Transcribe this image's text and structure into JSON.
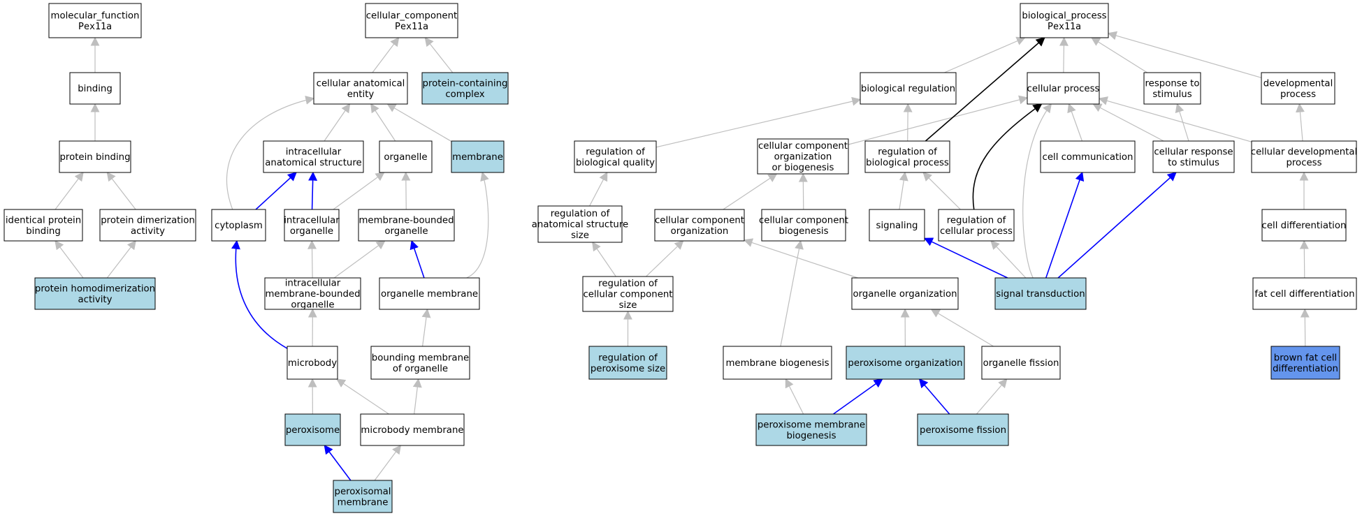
{
  "colors": {
    "plain": "#ffffff",
    "annotated": "#add8e6",
    "query": "#6495ed",
    "edge_gray": "#bebebe",
    "edge_blue": "#0000ff",
    "edge_black": "#000000"
  },
  "nodes": [
    {
      "id": "mf",
      "lines": [
        "molecular_function",
        "Pex11a"
      ],
      "mono": [
        1
      ],
      "fill": "plain"
    },
    {
      "id": "binding",
      "lines": [
        "binding"
      ],
      "fill": "plain"
    },
    {
      "id": "pb",
      "lines": [
        "protein binding"
      ],
      "fill": "plain"
    },
    {
      "id": "ipb",
      "lines": [
        "identical protein",
        "binding"
      ],
      "fill": "plain"
    },
    {
      "id": "pda",
      "lines": [
        "protein dimerization",
        "activity"
      ],
      "fill": "plain"
    },
    {
      "id": "phda",
      "lines": [
        "protein homodimerization",
        "activity"
      ],
      "fill": "annotated"
    },
    {
      "id": "cc",
      "lines": [
        "cellular_component",
        "Pex11a"
      ],
      "mono": [
        1
      ],
      "fill": "plain"
    },
    {
      "id": "cae",
      "lines": [
        "cellular anatomical",
        "entity"
      ],
      "fill": "plain"
    },
    {
      "id": "pcc",
      "lines": [
        "protein-containing",
        "complex"
      ],
      "fill": "annotated"
    },
    {
      "id": "ias",
      "lines": [
        "intracellular",
        "anatomical structure"
      ],
      "fill": "plain"
    },
    {
      "id": "org",
      "lines": [
        "organelle"
      ],
      "fill": "plain"
    },
    {
      "id": "mem",
      "lines": [
        "membrane"
      ],
      "fill": "annotated"
    },
    {
      "id": "cyto",
      "lines": [
        "cytoplasm"
      ],
      "fill": "plain"
    },
    {
      "id": "io",
      "lines": [
        "intracellular",
        "organelle"
      ],
      "fill": "plain"
    },
    {
      "id": "mbo",
      "lines": [
        "membrane-bounded",
        "organelle"
      ],
      "fill": "plain"
    },
    {
      "id": "imbo",
      "lines": [
        "intracellular",
        "membrane-bounded",
        "organelle"
      ],
      "fill": "plain"
    },
    {
      "id": "om",
      "lines": [
        "organelle membrane"
      ],
      "fill": "plain"
    },
    {
      "id": "mb",
      "lines": [
        "microbody"
      ],
      "fill": "plain"
    },
    {
      "id": "bmo",
      "lines": [
        "bounding membrane",
        "of organelle"
      ],
      "fill": "plain"
    },
    {
      "id": "perox",
      "lines": [
        "peroxisome"
      ],
      "fill": "annotated"
    },
    {
      "id": "mbm",
      "lines": [
        "microbody membrane"
      ],
      "fill": "plain"
    },
    {
      "id": "pm",
      "lines": [
        "peroxisomal",
        "membrane"
      ],
      "fill": "annotated"
    },
    {
      "id": "bp",
      "lines": [
        "biological_process",
        "Pex11a"
      ],
      "mono": [
        1
      ],
      "fill": "plain"
    },
    {
      "id": "breg",
      "lines": [
        "biological regulation"
      ],
      "fill": "plain"
    },
    {
      "id": "cp",
      "lines": [
        "cellular process"
      ],
      "fill": "plain"
    },
    {
      "id": "rts",
      "lines": [
        "response to",
        "stimulus"
      ],
      "fill": "plain"
    },
    {
      "id": "dp",
      "lines": [
        "developmental",
        "process"
      ],
      "fill": "plain"
    },
    {
      "id": "rbq",
      "lines": [
        "regulation of",
        "biological quality"
      ],
      "fill": "plain"
    },
    {
      "id": "ccob",
      "lines": [
        "cellular component",
        "organization",
        "or biogenesis"
      ],
      "fill": "plain"
    },
    {
      "id": "rbp",
      "lines": [
        "regulation of",
        "biological process"
      ],
      "fill": "plain"
    },
    {
      "id": "cc2",
      "lines": [
        "cell communication"
      ],
      "fill": "plain"
    },
    {
      "id": "crs",
      "lines": [
        "cellular response",
        "to stimulus"
      ],
      "fill": "plain"
    },
    {
      "id": "cdp",
      "lines": [
        "cellular developmental",
        "process"
      ],
      "fill": "plain"
    },
    {
      "id": "rass",
      "lines": [
        "regulation of",
        "anatomical structure",
        "size"
      ],
      "fill": "plain"
    },
    {
      "id": "cco",
      "lines": [
        "cellular component",
        "organization"
      ],
      "fill": "plain"
    },
    {
      "id": "ccb",
      "lines": [
        "cellular component",
        "biogenesis"
      ],
      "fill": "plain"
    },
    {
      "id": "sig",
      "lines": [
        "signaling"
      ],
      "fill": "plain"
    },
    {
      "id": "rcp",
      "lines": [
        "regulation of",
        "cellular process"
      ],
      "fill": "plain"
    },
    {
      "id": "cd",
      "lines": [
        "cell differentiation"
      ],
      "fill": "plain"
    },
    {
      "id": "rccs",
      "lines": [
        "regulation of",
        "cellular component",
        "size"
      ],
      "fill": "plain"
    },
    {
      "id": "oo",
      "lines": [
        "organelle organization"
      ],
      "fill": "plain"
    },
    {
      "id": "st",
      "lines": [
        "signal transduction"
      ],
      "fill": "annotated"
    },
    {
      "id": "fcd",
      "lines": [
        "fat cell differentiation"
      ],
      "fill": "plain"
    },
    {
      "id": "rps",
      "lines": [
        "regulation of",
        "peroxisome size"
      ],
      "fill": "annotated"
    },
    {
      "id": "mbg",
      "lines": [
        "membrane biogenesis"
      ],
      "fill": "plain"
    },
    {
      "id": "po",
      "lines": [
        "peroxisome organization"
      ],
      "fill": "annotated"
    },
    {
      "id": "of",
      "lines": [
        "organelle fission"
      ],
      "fill": "plain"
    },
    {
      "id": "bfcd",
      "lines": [
        "brown fat cell",
        "differentiation"
      ],
      "fill": "query"
    },
    {
      "id": "pmb",
      "lines": [
        "peroxisome membrane",
        "biogenesis"
      ],
      "fill": "annotated"
    },
    {
      "id": "pf",
      "lines": [
        "peroxisome fission"
      ],
      "fill": "annotated"
    }
  ],
  "edges": [
    {
      "from": "binding",
      "to": "mf",
      "color": "edge_gray"
    },
    {
      "from": "pb",
      "to": "binding",
      "color": "edge_gray"
    },
    {
      "from": "ipb",
      "to": "pb",
      "color": "edge_gray"
    },
    {
      "from": "pda",
      "to": "pb",
      "color": "edge_gray"
    },
    {
      "from": "phda",
      "to": "ipb",
      "color": "edge_gray"
    },
    {
      "from": "phda",
      "to": "pda",
      "color": "edge_gray"
    },
    {
      "from": "cae",
      "to": "cc",
      "color": "edge_gray"
    },
    {
      "from": "pcc",
      "to": "cc",
      "color": "edge_gray"
    },
    {
      "from": "ias",
      "to": "cae",
      "color": "edge_gray"
    },
    {
      "from": "org",
      "to": "cae",
      "color": "edge_gray"
    },
    {
      "from": "mem",
      "to": "cae",
      "color": "edge_gray"
    },
    {
      "from": "cyto",
      "to": "cae",
      "color": "edge_gray",
      "curve": true
    },
    {
      "from": "cyto",
      "to": "ias",
      "color": "edge_blue"
    },
    {
      "from": "io",
      "to": "ias",
      "color": "edge_blue"
    },
    {
      "from": "io",
      "to": "org",
      "color": "edge_gray"
    },
    {
      "from": "mbo",
      "to": "org",
      "color": "edge_gray"
    },
    {
      "from": "imbo",
      "to": "io",
      "color": "edge_gray"
    },
    {
      "from": "imbo",
      "to": "mbo",
      "color": "edge_gray"
    },
    {
      "from": "om",
      "to": "mbo",
      "color": "edge_blue"
    },
    {
      "from": "om",
      "to": "mem",
      "color": "edge_gray",
      "curve": true
    },
    {
      "from": "mb",
      "to": "imbo",
      "color": "edge_gray"
    },
    {
      "from": "mb",
      "to": "cyto",
      "color": "edge_blue",
      "curve": true
    },
    {
      "from": "bmo",
      "to": "om",
      "color": "edge_gray"
    },
    {
      "from": "perox",
      "to": "mb",
      "color": "edge_gray"
    },
    {
      "from": "mbm",
      "to": "mb",
      "color": "edge_gray"
    },
    {
      "from": "mbm",
      "to": "bmo",
      "color": "edge_gray"
    },
    {
      "from": "pm",
      "to": "perox",
      "color": "edge_blue"
    },
    {
      "from": "pm",
      "to": "mbm",
      "color": "edge_gray"
    },
    {
      "from": "breg",
      "to": "bp",
      "color": "edge_gray"
    },
    {
      "from": "cp",
      "to": "bp",
      "color": "edge_gray"
    },
    {
      "from": "rts",
      "to": "bp",
      "color": "edge_gray"
    },
    {
      "from": "dp",
      "to": "bp",
      "color": "edge_gray"
    },
    {
      "from": "rbq",
      "to": "breg",
      "color": "edge_gray"
    },
    {
      "from": "ccob",
      "to": "cp",
      "color": "edge_gray"
    },
    {
      "from": "rbp",
      "to": "breg",
      "color": "edge_gray"
    },
    {
      "from": "rbp",
      "to": "bp",
      "color": "edge_black"
    },
    {
      "from": "cc2",
      "to": "cp",
      "color": "edge_gray"
    },
    {
      "from": "crs",
      "to": "cp",
      "color": "edge_gray"
    },
    {
      "from": "crs",
      "to": "rts",
      "color": "edge_gray"
    },
    {
      "from": "cdp",
      "to": "cp",
      "color": "edge_gray"
    },
    {
      "from": "cdp",
      "to": "dp",
      "color": "edge_gray"
    },
    {
      "from": "rass",
      "to": "rbq",
      "color": "edge_gray"
    },
    {
      "from": "cco",
      "to": "ccob",
      "color": "edge_gray"
    },
    {
      "from": "ccb",
      "to": "ccob",
      "color": "edge_gray"
    },
    {
      "from": "sig",
      "to": "rbp",
      "color": "edge_gray"
    },
    {
      "from": "rcp",
      "to": "rbp",
      "color": "edge_gray"
    },
    {
      "from": "rcp",
      "to": "cp",
      "color": "edge_black",
      "curve": true
    },
    {
      "from": "cd",
      "to": "cdp",
      "color": "edge_gray"
    },
    {
      "from": "rccs",
      "to": "rass",
      "color": "edge_gray"
    },
    {
      "from": "rccs",
      "to": "cco",
      "color": "edge_gray"
    },
    {
      "from": "oo",
      "to": "cco",
      "color": "edge_gray"
    },
    {
      "from": "st",
      "to": "sig",
      "color": "edge_blue"
    },
    {
      "from": "st",
      "to": "rcp",
      "color": "edge_gray"
    },
    {
      "from": "st",
      "to": "cc2",
      "color": "edge_blue"
    },
    {
      "from": "st",
      "to": "crs",
      "color": "edge_blue"
    },
    {
      "from": "st",
      "to": "cp",
      "color": "edge_gray",
      "curve": true
    },
    {
      "from": "fcd",
      "to": "cd",
      "color": "edge_gray"
    },
    {
      "from": "rps",
      "to": "rccs",
      "color": "edge_gray"
    },
    {
      "from": "mbg",
      "to": "ccb",
      "color": "edge_gray"
    },
    {
      "from": "po",
      "to": "oo",
      "color": "edge_gray"
    },
    {
      "from": "of",
      "to": "oo",
      "color": "edge_gray"
    },
    {
      "from": "bfcd",
      "to": "fcd",
      "color": "edge_gray"
    },
    {
      "from": "pmb",
      "to": "mbg",
      "color": "edge_gray"
    },
    {
      "from": "pmb",
      "to": "po",
      "color": "edge_blue"
    },
    {
      "from": "pf",
      "to": "po",
      "color": "edge_blue"
    },
    {
      "from": "pf",
      "to": "of",
      "color": "edge_gray"
    }
  ]
}
